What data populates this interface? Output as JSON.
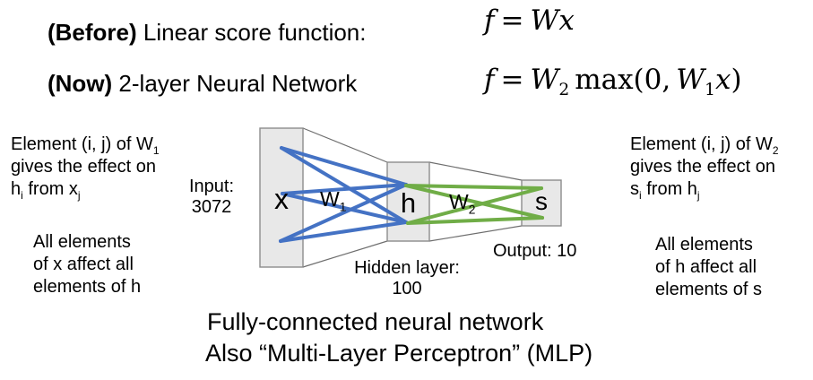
{
  "header": {
    "before_bold": "(Before)",
    "before_text": " Linear score function:",
    "now_bold": "(Now)",
    "now_text": " 2-layer Neural Network"
  },
  "formulas": {
    "linear": {
      "f": "f",
      "eq": "=",
      "W": "W",
      "x": "x"
    },
    "two_layer": {
      "f": "f",
      "eq": "=",
      "W2": "W",
      "sub2": "2",
      "max": "max(0,",
      "W1": "W",
      "sub1": "1",
      "x": "x",
      "close": ")"
    }
  },
  "left_notes": {
    "w1_effect": {
      "line1": "Element (i, j) of W",
      "line1_sub": "1",
      "line2": "gives the effect on",
      "line3_a": "h",
      "line3_sub_a": "i",
      "line3_b": " from x",
      "line3_sub_b": "j"
    },
    "all_elements": {
      "line1": "All elements",
      "line2": "of x affect all",
      "line3": "elements of h"
    }
  },
  "right_notes": {
    "w2_effect": {
      "line1": "Element (i, j) of W",
      "line1_sub": "2",
      "line2": "gives the effect on",
      "line3_a": "s",
      "line3_sub_a": "i",
      "line3_b": " from h",
      "line3_sub_b": "j"
    },
    "all_elements": {
      "line1": "All elements",
      "line2": "of h affect all",
      "line3": "elements of s"
    }
  },
  "diagram": {
    "input_label": "Input:",
    "input_size": "3072",
    "x_label": "x",
    "w1": {
      "base": "W",
      "sub": "1"
    },
    "h_label": "h",
    "w2": {
      "base": "W",
      "sub": "2"
    },
    "s_label": "s",
    "hidden_label": "Hidden layer:",
    "hidden_size": "100",
    "output_label": "Output: 10",
    "colors": {
      "w1_lines": "#4472c4",
      "w2_lines": "#70ad47",
      "box_fill": "#e8e8e8",
      "box_border": "#8c8c8c"
    }
  },
  "footer": {
    "line1": "Fully-connected neural network",
    "line2": "Also “Multi-Layer Perceptron” (MLP)"
  }
}
